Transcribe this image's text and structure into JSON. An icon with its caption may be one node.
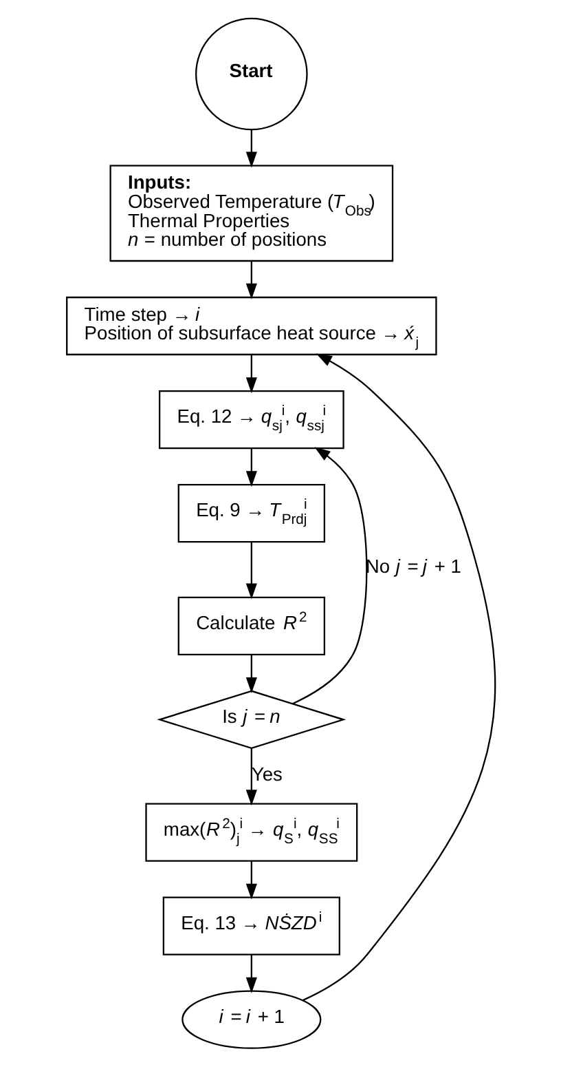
{
  "diagram": {
    "nodes": [
      {
        "text": [
          "Start"
        ]
      },
      {
        "text": [
          "Inputs:",
          "Observed Temperature (*T*$_{Obs}$)",
          "Thermal Properties",
          "*n* = number of positions"
        ]
      },
      {
        "text": [
          "Time step → *i*",
          "Position of subsurface heat source → *x́*$_{j}$"
        ]
      },
      {
        "text": [
          "Eq. 12 → *q*$_{sj}$$^{i}$, *q*$_{ssj}$$^{i}$"
        ]
      },
      {
        "text": [
          "Eq. 9 → *T*$_{Prdj}$$^{i}$"
        ]
      },
      {
        "text": [
          "Calculate *R*$^{2}$"
        ]
      },
      {
        "text": [
          "Is *j* = *n*"
        ]
      },
      {
        "text": [
          "max(*R*$^{2}$)$_{j}$$^{i}$ → *q*$_{S}$$^{i}$, *q*$_{SS}$$^{i}$"
        ]
      },
      {
        "text": [
          "Eq. 13 → *NṠZD*$^{i}$"
        ]
      },
      {
        "text": [
          "*i* = *i* + 1"
        ]
      }
    ],
    "edges": [
      {
        "from": 0,
        "to": 1,
        "arrow": "to"
      },
      {
        "from": 1,
        "to": 2,
        "arrow": "to"
      },
      {
        "from": 2,
        "to": 3,
        "arrow": "to"
      },
      {
        "from": 3,
        "to": 4,
        "arrow": "to"
      },
      {
        "from": 4,
        "to": 5,
        "arrow": "to"
      },
      {
        "from": 5,
        "to": 6,
        "arrow": "to"
      },
      {
        "from": 6,
        "to": 3,
        "arrow": "to",
        "label": "No *j* = *j* + 1"
      },
      {
        "from": 6,
        "to": 7,
        "arrow": "to",
        "label": "Yes"
      },
      {
        "from": 7,
        "to": 8,
        "arrow": "to"
      },
      {
        "from": 8,
        "to": 9,
        "arrow": "to"
      },
      {
        "from": 9,
        "to": 2,
        "arrow": "to"
      }
    ]
  }
}
